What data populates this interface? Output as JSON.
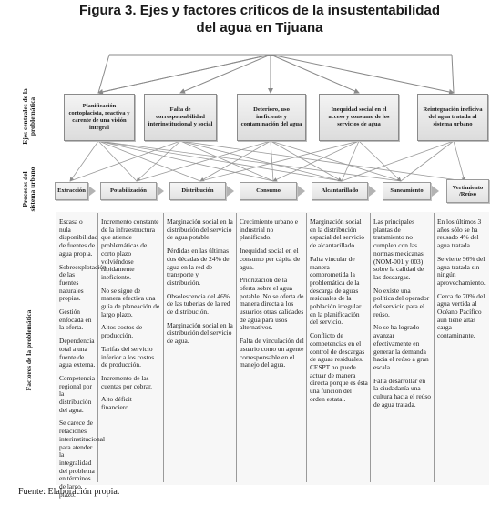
{
  "title": {
    "line1": "Figura 3. Ejes y factores críticos de la insustentabilidad",
    "line2": "del agua en Tijuana"
  },
  "side_labels": {
    "ejes": [
      "Ejes centrales de la",
      "problemática"
    ],
    "procesos": [
      "Procesos del",
      "sistema urbano"
    ],
    "factores": "Factores de la problemática"
  },
  "ejes": [
    "Planificación cortoplacista, reactiva y carente de una visión integral",
    "Falta de corresponsabilidad interinstitucional y social",
    "Deterioro, uso ineficiente y contaminación del agua",
    "Inequidad social en el acceso y consumo de los servicios de agua",
    "Reintegración ineficiva del agua tratada al sistema urbano"
  ],
  "procesos": [
    "Extracción",
    "Potabilización",
    "Distribución",
    "Consumo",
    "Alcantarillado",
    "Saneamiento",
    "Vertimiento /Reúso"
  ],
  "factores": [
    [
      "Escasa o nula disponibilidad de fuentes de agua propia.",
      "Sobreexplotación de las fuentes naturales propias.",
      "Gestión enfocada en la oferta.",
      "Dependencia total a una fuente de agua externa.",
      "Competencia regional por la distribución del agua.",
      "Se carece de relaciones interinstitucional para atender la integralidad del problema en términos de largo plazo."
    ],
    [
      "Incremento constante de la infraestructura que atiende problemáticas de corto plazo volviéndose rápidamente ineficiente.",
      "No se sigue de manera efectiva una guía de planeación de largo plazo.",
      "Altos costos de producción.",
      "Tarifas del servicio inferior a los costos de producción.",
      "Incremento de las cuentas por cobrar.",
      "Alto déficit financiero."
    ],
    [
      "Marginación social en la distribución del servicio de agua potable.",
      "Pérdidas en las últimas dos décadas de 24% de agua en la red de transporte y distribución.",
      "Obsolescencia del 46% de las tuberías de la red de distribución.",
      "Marginación social en la distribución del servicio de agua."
    ],
    [
      "Crecimiento urbano e industrial no planificado.",
      "Inequidad social en el consumo per cápita de agua.",
      "Priorización de la oferta sobre el agua potable. No se oferta de manera directa a los usuarios otras calidades de agua para usos alternativos.",
      "Falta de vinculación del usuario como un agente corresponsable en el manejo del agua."
    ],
    [
      "Marginación social en la distribución espacial del servicio de alcantarillado.",
      "Falta vincular de manera comprometida la problemática de la descarga de aguas residuales de la población irregular en la planificación del servicio.",
      "Conflicto de competencias en el control de descargas de aguas residuales. CESPT no puede actuar de manera directa porque es ésta una función del orden estatal."
    ],
    [
      "Las principales plantas de tratamiento no cumplen con las normas mexicanas (NOM-001 y 003) sobre la calidad de las descargas.",
      "No existe una política del operador del servicio para el reúso.",
      "No se ha logrado avanzar efectivamente en generar la demanda hacia el reúso a gran escala.",
      "Falta desarrollar en la ciudadanía una cultura hacia el reúso de agua tratada."
    ],
    [
      "En los últimos 3 años sólo se ha reusado 4% del agua tratada.",
      "Se vierte 96% del agua tratada sin ningún aprovechamiento.",
      "Cerca de 70% del agua vertida al Océano Pacífico aún tiene altas carga contaminante."
    ]
  ],
  "source": "Fuente: Elaboración propia."
}
